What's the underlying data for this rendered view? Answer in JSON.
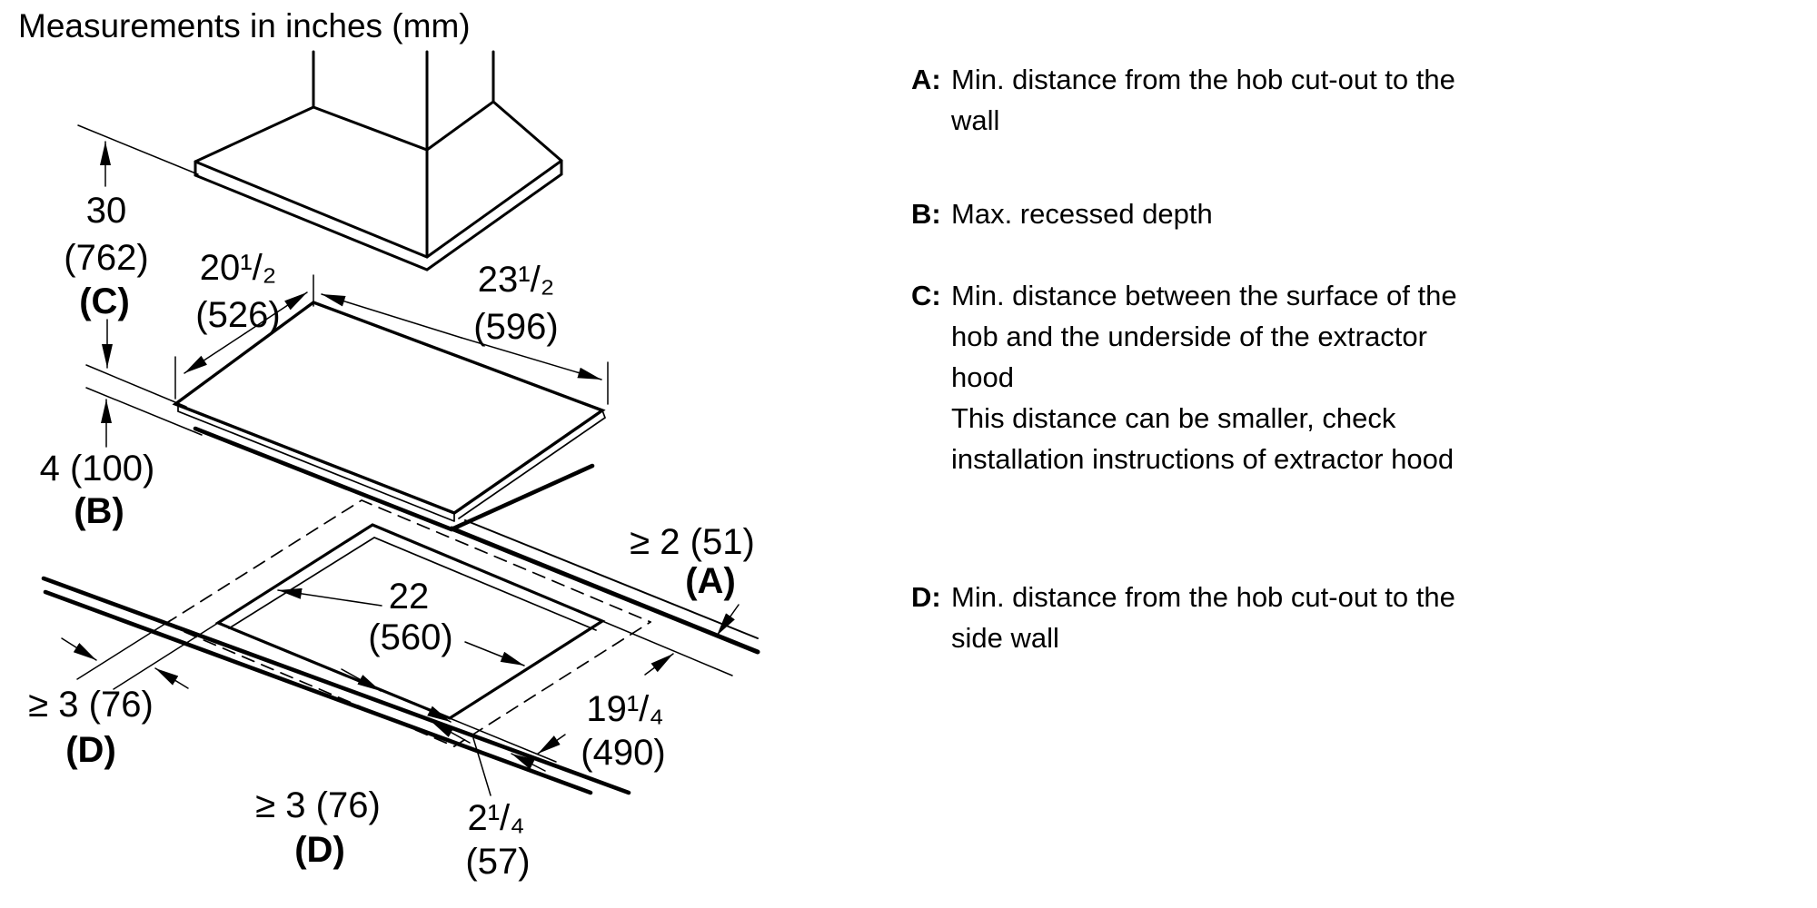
{
  "title": "Measurements in inches (mm)",
  "diagram": {
    "labels": {
      "hood_clearance_in": "30",
      "hood_clearance_mm": "(762)",
      "hood_clearance_key": "(C)",
      "hob_depth_in": "20¹/₂",
      "hob_depth_mm": "(526)",
      "hob_width_in": "23¹/₂",
      "hob_width_mm": "(596)",
      "recess_depth_in_mm": "4 (100)",
      "recess_depth_key": "(B)",
      "cutout_width_in": "22",
      "cutout_width_mm": "(560)",
      "wall_distance_in_mm": "≥ 2 (51)",
      "wall_distance_key": "(A)",
      "side_distance_left_in_mm": "≥ 3 (76)",
      "side_distance_left_key": "(D)",
      "cutout_depth_in": "19¹/₄",
      "cutout_depth_mm": "(490)",
      "side_distance_bottom_in_mm": "≥ 3 (76)",
      "side_distance_bottom_key": "(D)",
      "front_edge_distance_in": "2¹/₄",
      "front_edge_distance_mm": "(57)"
    }
  },
  "legend": {
    "entries": [
      {
        "label": "A:",
        "text": "Min. distance from the hob cut-out to the\nwall"
      },
      {
        "label": "B:",
        "text": "Max. recessed depth"
      },
      {
        "label": "C:",
        "text": "Min. distance between the surface of the\nhob and the underside of the extractor\nhood\nThis distance can be smaller, check\ninstallation instructions of extractor hood"
      },
      {
        "label": "D:",
        "text": "Min. distance from the hob cut-out to the\nside wall"
      }
    ]
  }
}
